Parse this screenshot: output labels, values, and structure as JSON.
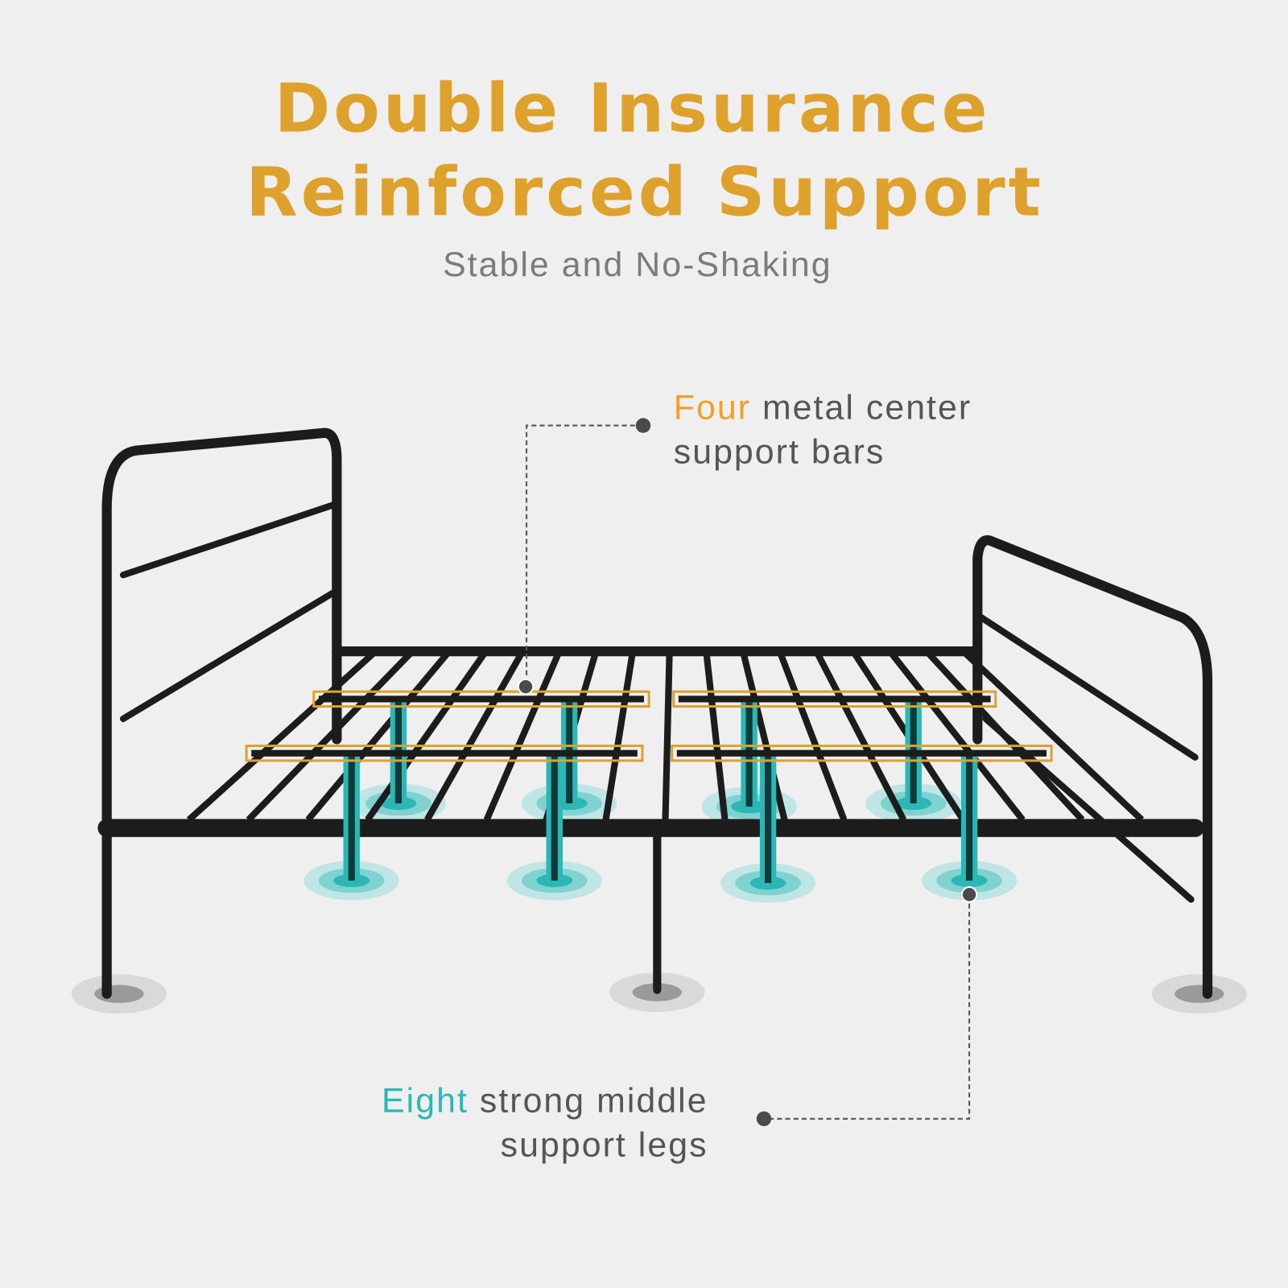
{
  "header": {
    "title_line1": "Double Insurance",
    "title_line2": "Reinforced Support",
    "subtitle": "Stable and No-Shaking"
  },
  "callouts": {
    "bars": {
      "highlight": "Four",
      "rest": " metal center",
      "line2": "support bars"
    },
    "legs": {
      "highlight": "Eight",
      "rest": " strong middle",
      "line2": "support legs"
    }
  },
  "colors": {
    "accent_orange": "#dea22c",
    "accent_teal": "#2bb7b6",
    "frame": "#1c1c1c",
    "text_gray": "#555555",
    "background": "#efefef"
  }
}
